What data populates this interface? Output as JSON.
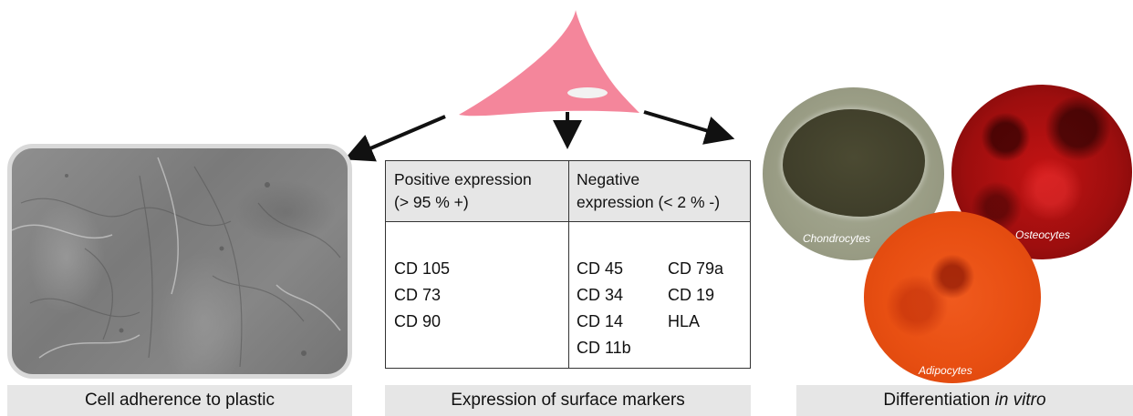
{
  "captions": {
    "left": "Cell adherence to plastic",
    "middle": "Expression of surface markers",
    "right_prefix": "Differentiation ",
    "right_italic": "in vitro"
  },
  "table": {
    "positive_header_line1": "Positive expression",
    "positive_header_line2": "(> 95 % +)",
    "negative_header_line1": "Negative",
    "negative_header_line2": "expression (< 2 % -)",
    "positive_markers": [
      "CD 105",
      "CD 73",
      "CD 90"
    ],
    "negative_markers_col1": [
      "CD 45",
      "CD 34",
      "CD 14",
      "CD 11b"
    ],
    "negative_markers_col2": [
      "CD 79a",
      "CD 19",
      "HLA"
    ]
  },
  "differentiation": {
    "chondrocytes": "Chondrocytes",
    "osteocytes": "Osteocytes",
    "adipocytes": "Adipocytes"
  },
  "colors": {
    "cell": "#f4869b",
    "nucleus": "#f2f2f2",
    "arrow": "#111111",
    "caption_bg": "#e6e6e6"
  }
}
